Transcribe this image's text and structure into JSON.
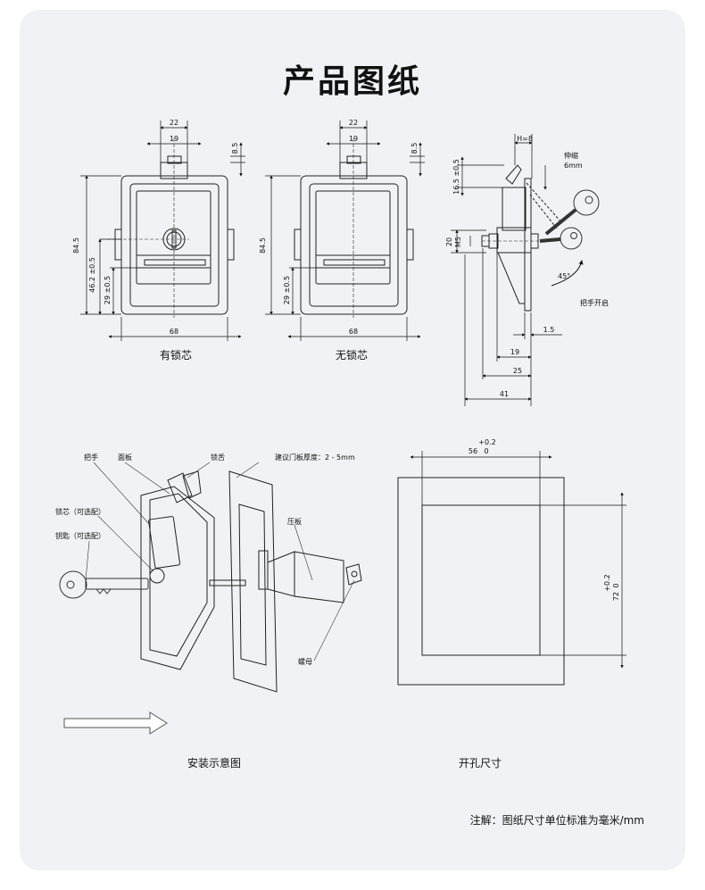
{
  "title": "产品图纸",
  "front_with_core": {
    "caption": "有锁芯",
    "dims": {
      "top_outer": "22",
      "top_inner": "19",
      "tongue": "8.5",
      "height": "84.5",
      "core_pos": "46.2 ±0.5",
      "lower": "29 ±0.5",
      "width": "68"
    }
  },
  "front_without_core": {
    "caption": "无锁芯",
    "dims": {
      "top_outer": "22",
      "top_inner": "19",
      "tongue": "8.5",
      "height": "84.5",
      "lower": "29 ±0.5",
      "width": "68"
    }
  },
  "side_view": {
    "dims": {
      "h": "H=8",
      "tongue": "16.5 ±0.5",
      "stroke": "伸缩",
      "stroke_len": "6mm",
      "m5": "M5",
      "twenty": "20",
      "angle": "45°",
      "open": "把手开启",
      "d15": "1.5",
      "d19": "19",
      "d25": "25",
      "d41": "41"
    }
  },
  "install": {
    "caption": "安装示意图",
    "labels": {
      "handle": "把手",
      "panel": "面板",
      "tongue": "锁舌",
      "door": "建议门板厚度：2 - 5mm",
      "core": "锁芯（可选配）",
      "key": "钥匙（可选配）",
      "plate": "压板",
      "nut": "螺母"
    }
  },
  "cutout": {
    "caption": "开孔尺寸",
    "width": "56",
    "width_tol": "+0.2",
    "width_tol_low": "0",
    "height": "72",
    "height_tol": "+0.2",
    "height_tol_low": "0"
  },
  "note": "注解：图纸尺寸单位标准为毫米/mm"
}
